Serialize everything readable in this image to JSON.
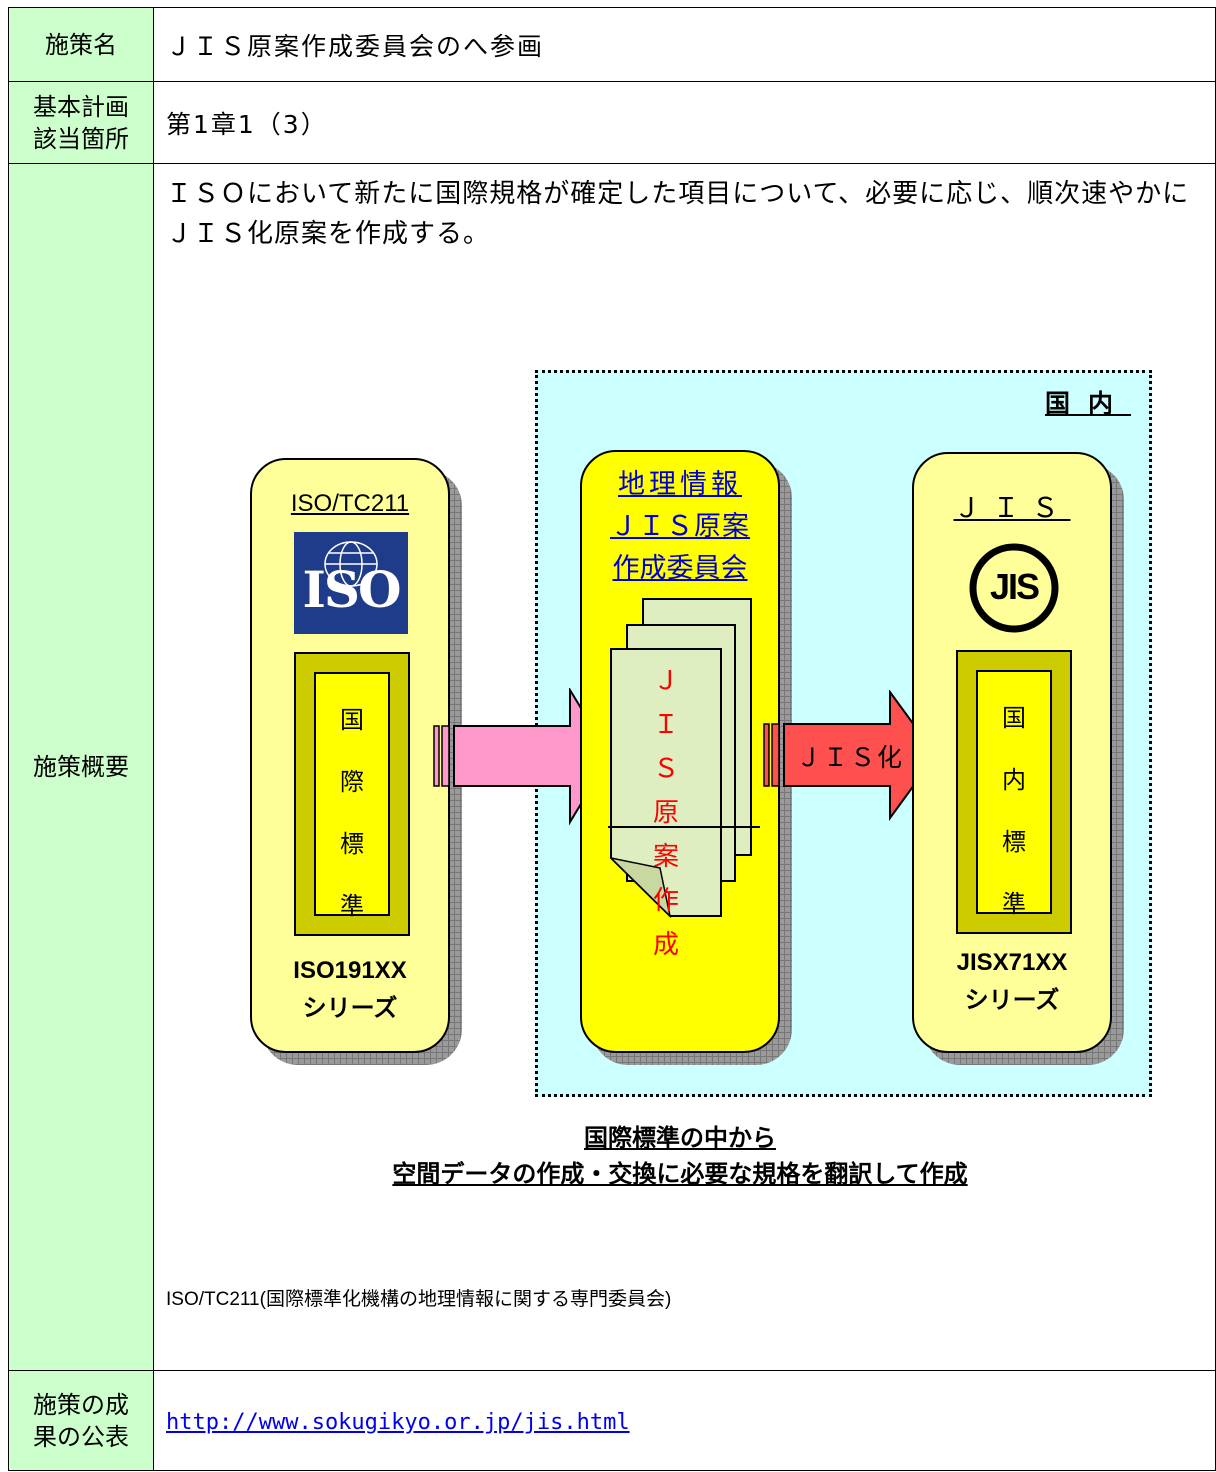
{
  "rows": {
    "policy_name": {
      "label": "施策名",
      "value": "ＪＩＳ原案作成委員会のへ参画"
    },
    "plan_ref": {
      "label": "基本計画\n該当箇所",
      "value": "第1章1（3）"
    },
    "overview": {
      "label": "施策概要",
      "text": "ＩＳＯにおいて新たに国際規格が確定した項目について、必要に応じ、順次速やかにＪＩＳ化原案を作成する。",
      "footnote": "ISO/TC211(国際標準化機構の地理情報に関する専門委員会)"
    },
    "publication": {
      "label": "施策の成\n果の公表",
      "url": "http://www.sokugikyo.or.jp/jis.html"
    }
  },
  "diagram": {
    "domestic_label": "国内",
    "iso": {
      "title": "ISO/TC211",
      "logo_text": "ISO",
      "standard_chars": [
        "国",
        "際",
        "標",
        "準"
      ],
      "series_line1": "ISO191XX",
      "series_line2": "シリーズ"
    },
    "committee": {
      "title_lines": [
        "地理情報",
        "ＪＩＳ原案",
        "作成委員会"
      ],
      "doc_chars": [
        "Ｊ",
        "Ｉ",
        "Ｓ",
        "原",
        "案",
        "作",
        "成"
      ]
    },
    "jis": {
      "title": "ＪＩＳ",
      "logo_text": "JIS",
      "standard_chars": [
        "国",
        "内",
        "標",
        "準"
      ],
      "series_line1": "JISX71XX",
      "series_line2": "シリーズ"
    },
    "arrow_label": "ＪＩＳ化",
    "caption_line1": "国際標準の中から",
    "caption_line2": "空間データの作成・交換に必要な規格を翻訳して作成"
  },
  "colors": {
    "label_bg": "#ccffcc",
    "domestic_bg": "#ccffff",
    "card_bg": "#ffff99",
    "committee_bg": "#ffff00",
    "iso_blue": "#1f3c8a",
    "pink_arrow": "#ff99cc",
    "red_arrow": "#ff5050",
    "doc_text": "#ff0000",
    "link": "#0000ee"
  }
}
